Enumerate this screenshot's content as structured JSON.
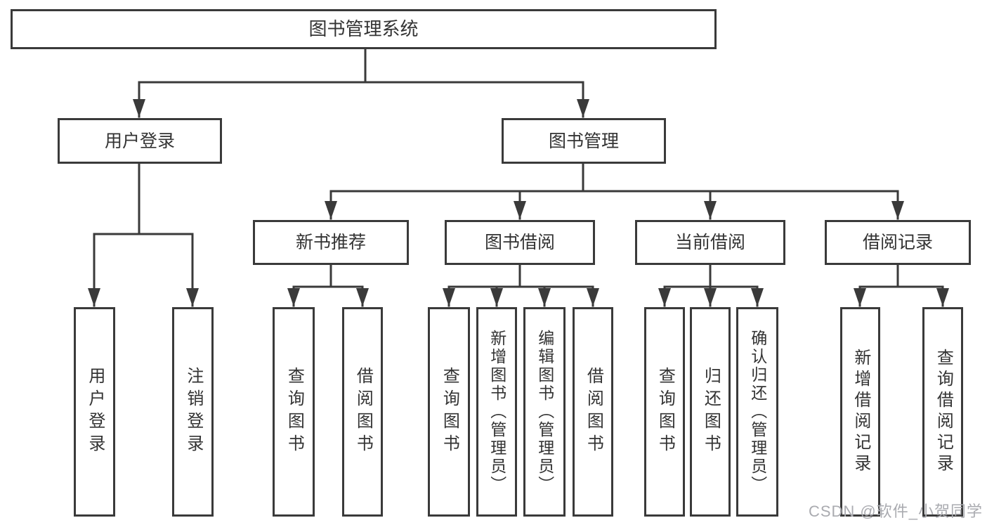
{
  "diagram": {
    "background": "#ffffff",
    "line_color": "#3a3a3a",
    "text_color": "#333333",
    "watermark": {
      "text": "CSDN @软件_小贺同学",
      "color": "#aaabb0"
    },
    "tree": {
      "label": "图书管理系统",
      "children": [
        {
          "label": "用户登录",
          "children": [
            {
              "label": "用户登录"
            },
            {
              "label": "注销登录"
            }
          ]
        },
        {
          "label": "图书管理",
          "children": [
            {
              "label": "新书推荐",
              "children": [
                {
                  "label": "查询图书"
                },
                {
                  "label": "借阅图书"
                }
              ]
            },
            {
              "label": "图书借阅",
              "children": [
                {
                  "label": "查询图书"
                },
                {
                  "label": "新增图书（管理员）"
                },
                {
                  "label": "编辑图书（管理员）"
                },
                {
                  "label": "借阅图书"
                }
              ]
            },
            {
              "label": "当前借阅",
              "children": [
                {
                  "label": "查询图书"
                },
                {
                  "label": "归还图书"
                },
                {
                  "label": "确认归还（管理员）"
                }
              ]
            },
            {
              "label": "借阅记录",
              "children": [
                {
                  "label": "新增借阅记录"
                },
                {
                  "label": "查询借阅记录"
                }
              ]
            }
          ]
        }
      ]
    }
  }
}
